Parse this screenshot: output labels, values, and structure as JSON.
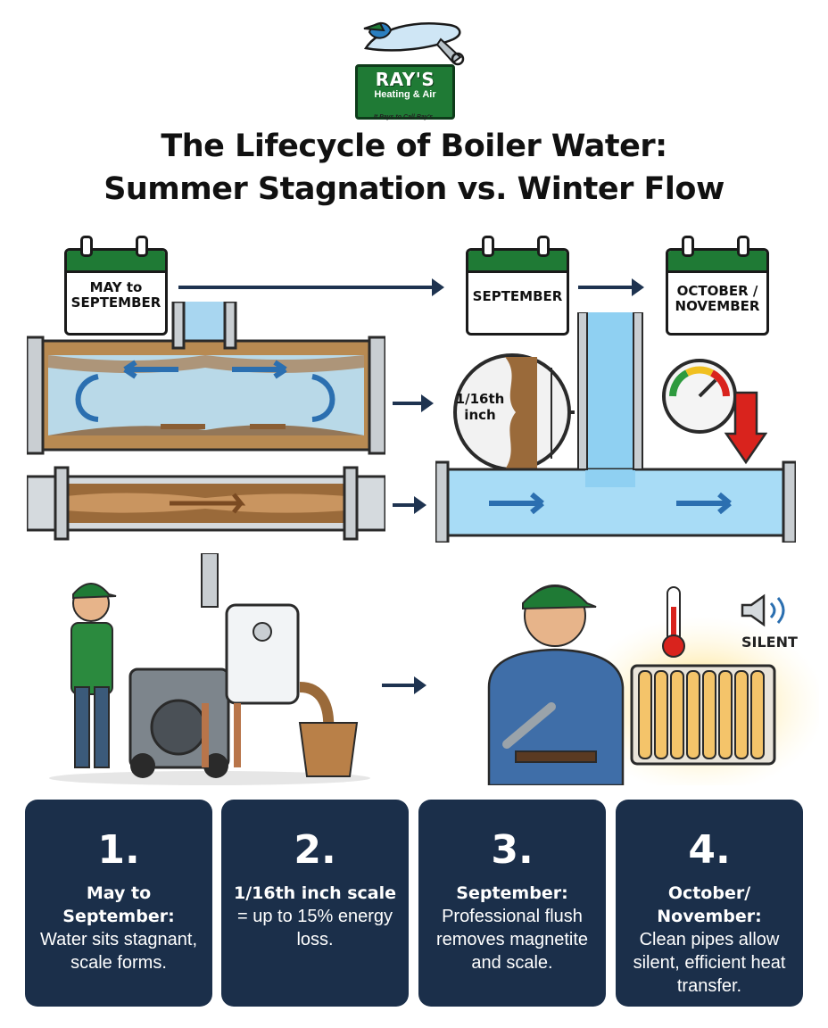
{
  "logo": {
    "name": "RAY'S",
    "subtitle": "Heating & Air",
    "tagline": "It Pays to Call Ray's"
  },
  "title": {
    "line1": "The Lifecycle of Boiler Water:",
    "line2": "Summer Stagnation vs. Winter Flow"
  },
  "calendars": [
    {
      "label": "MAY to SEPTEMBER"
    },
    {
      "label": "SEPTEMBER"
    },
    {
      "label": "OCTOBER / NOVEMBER"
    }
  ],
  "magnifier_label": "1/16th inch",
  "sound_label": "SILENT",
  "colors": {
    "brand_green": "#1f7a35",
    "navy": "#1b2f4a",
    "sludge": "#9a6a3a",
    "water": "#7fc6ee",
    "alert_red": "#d9231d"
  },
  "cards": [
    {
      "number": "1.",
      "heading": "May to September:",
      "body": "Water sits stagnant, scale forms."
    },
    {
      "number": "2.",
      "heading": "1/16th inch scale",
      "body": "= up to 15% energy loss."
    },
    {
      "number": "3.",
      "heading": "September:",
      "body": "Professional flush removes magnetite and scale."
    },
    {
      "number": "4.",
      "heading": "October/ November:",
      "body": "Clean pipes allow silent, efficient heat transfer."
    }
  ]
}
